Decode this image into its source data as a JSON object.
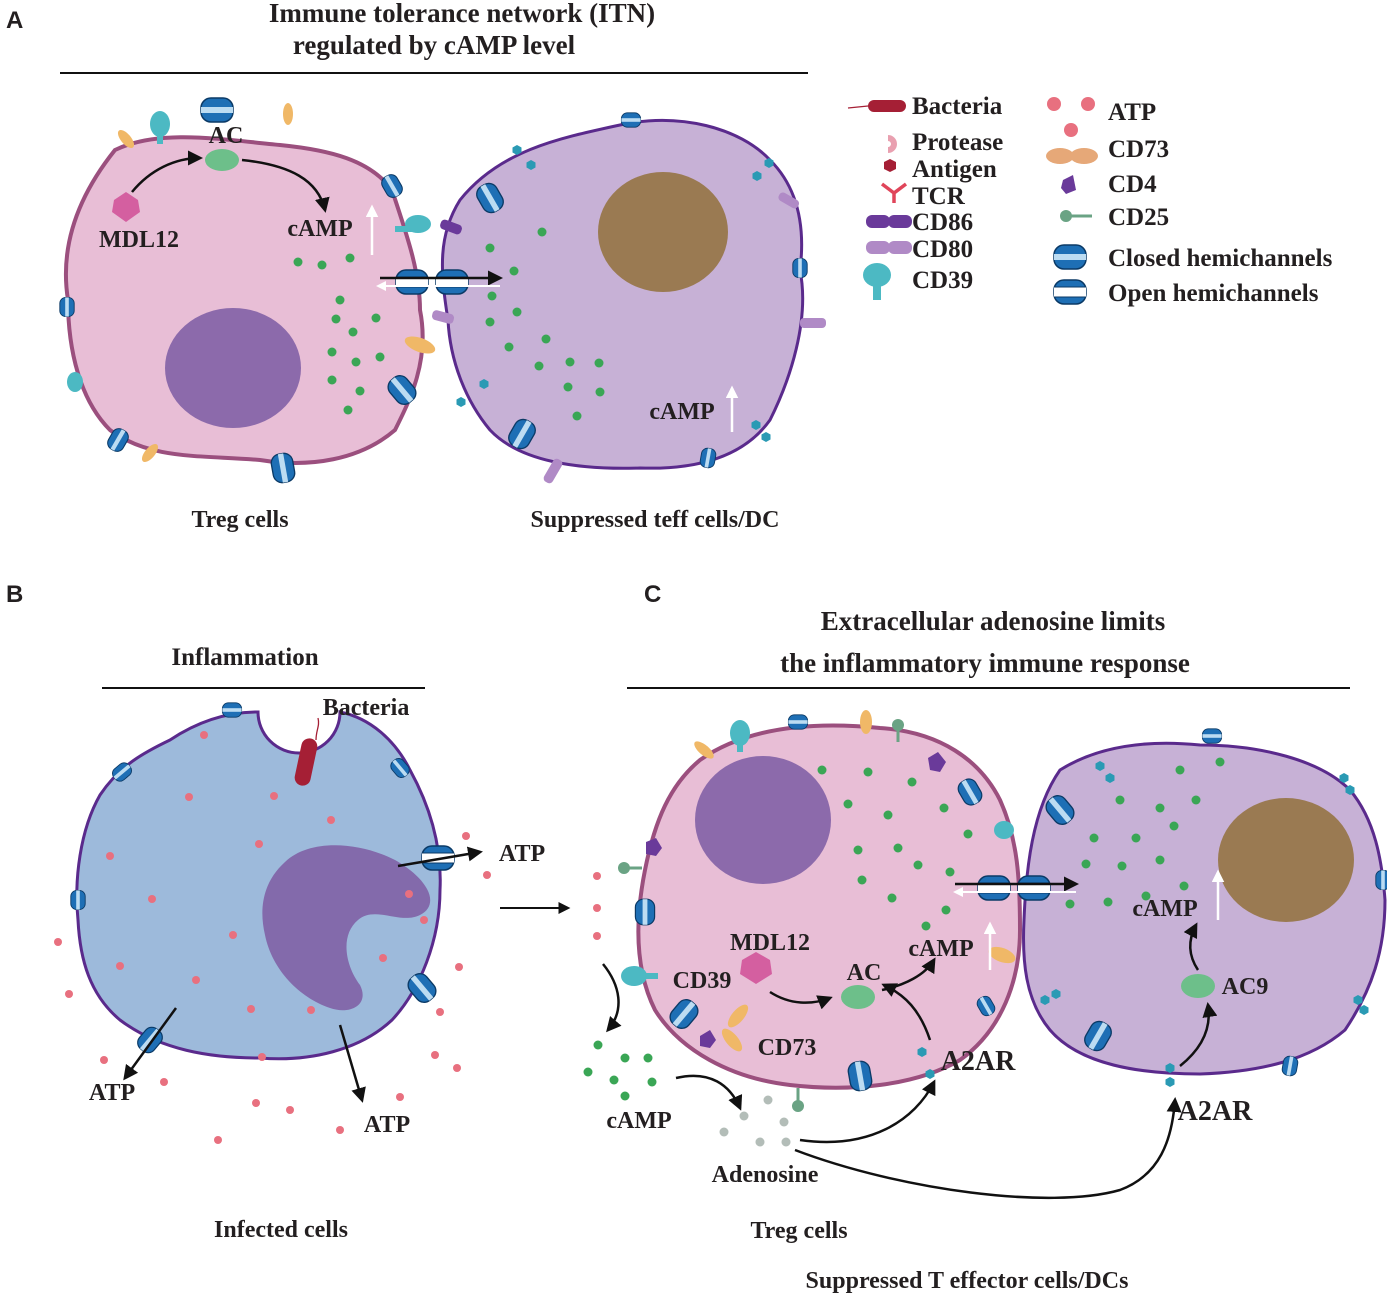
{
  "panels": {
    "a": {
      "letter": "A",
      "title_line1": "Immune tolerance network (ITN)",
      "title_line2": "regulated by cAMP level",
      "labels": {
        "ac": "AC",
        "mdl12": "MDL12",
        "camp_left": "cAMP",
        "camp_right": "cAMP"
      },
      "caption_left": "Treg cells",
      "caption_right": "Suppressed teff cells/DC"
    },
    "b": {
      "letter": "B",
      "title": "Inflammation",
      "labels": {
        "bacteria": "Bacteria",
        "atp_right": "ATP",
        "atp_left": "ATP",
        "atp_bottom": "ATP"
      },
      "caption": "Infected cells"
    },
    "c": {
      "letter": "C",
      "title_line1": "Extracellular adenosine limits",
      "title_line2": "the inflammatory immune response",
      "labels": {
        "mdl12": "MDL12",
        "cd39": "CD39",
        "cd73": "CD73",
        "ac": "AC",
        "camp_treg": "cAMP",
        "camp_out": "cAMP",
        "adenosine": "Adenosine",
        "a2ar_treg": "A2AR",
        "a2ar_eff": "A2AR",
        "ac9": "AC9",
        "camp_eff": "cAMP"
      },
      "caption_treg": "Treg cells",
      "caption_eff": "Suppressed T effector cells/DCs"
    }
  },
  "legend": {
    "left": [
      {
        "icon": "bacteria-icon",
        "label": "Bacteria"
      },
      {
        "icon": "protease-icon",
        "label": "Protease"
      },
      {
        "icon": "antigen-icon",
        "label": "Antigen"
      },
      {
        "icon": "tcr-icon",
        "label": "TCR"
      },
      {
        "icon": "cd86-icon",
        "label": "CD86"
      },
      {
        "icon": "cd80-icon",
        "label": "CD80"
      },
      {
        "icon": "cd39-icon",
        "label": "CD39"
      }
    ],
    "right": [
      {
        "icon": "atp-icon",
        "label": "ATP"
      },
      {
        "icon": "cd73-icon",
        "label": "CD73"
      },
      {
        "icon": "cd4-icon",
        "label": "CD4"
      },
      {
        "icon": "cd25-icon",
        "label": "CD25"
      },
      {
        "icon": "closed-hemichannel-icon",
        "label": "Closed hemichannels"
      },
      {
        "icon": "open-hemichannel-icon",
        "label": "Open hemichannels"
      }
    ]
  },
  "colors": {
    "treg_cell": "#e8bed6",
    "treg_border": "#9b4f7e",
    "effector_cell": "#c7b1d6",
    "effector_border": "#5a2a8c",
    "infected_cell": "#9dbadb",
    "nucleus_purple": "#8c6aab",
    "nucleus_brown": "#9a7a52",
    "camp_dot": "#3aa655",
    "atp_dot": "#e8707f",
    "adenosine_dot": "#b3bdb8",
    "channel_blue": "#1e6fb5",
    "a2ar": "#2a9ab4",
    "cd39": "#4cb9c3",
    "cd73": "#f0b867",
    "mdl12": "#d45fa0",
    "ac": "#6dbf8a",
    "bacteria": "#a51f35"
  }
}
